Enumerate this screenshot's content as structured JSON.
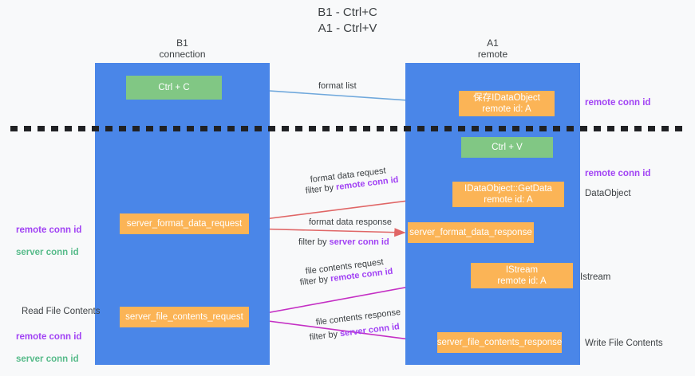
{
  "title": "B1 - Ctrl+C\nA1 - Ctrl+V",
  "lanes": [
    {
      "name": "b1",
      "header": "B1\nconnection",
      "color": "#4a86e8"
    },
    {
      "name": "a1",
      "header": "A1\nremote",
      "color": "#4a86e8"
    }
  ],
  "nodes": {
    "ctrl_c": "Ctrl + C",
    "save_dataobject": "保存IDataObject\nremote id: A",
    "ctrl_v": "Ctrl + V",
    "getdata": "IDataObject::GetData\nremote id: A",
    "server_format_data_request": "server_format_data_request",
    "server_format_data_response": "server_format_data_response",
    "istream": "IStream\nremote id: A",
    "server_file_contents_request": "server_file_contents_request",
    "server_file_contents_response": "server_file_contents_response"
  },
  "edges": {
    "format_list": "format list",
    "format_data_request": "format data request",
    "format_data_request_filter_prefix": "filter by ",
    "format_data_request_filter_value": "remote conn id",
    "format_data_response": "format data response",
    "format_data_response_filter_prefix": "filter by ",
    "format_data_response_filter_value": "server conn id",
    "file_contents_request": "file contents request",
    "file_contents_request_filter_prefix": "filter by ",
    "file_contents_request_filter_value": "remote conn id",
    "file_contents_response": "file contents response",
    "file_contents_response_filter_prefix": "filter by ",
    "file_contents_response_filter_value": "server conn id"
  },
  "annotations": {
    "remote_conn_id_top": "remote conn id",
    "remote_conn_id_mid": "remote conn id",
    "dataobject": "DataObject",
    "istream": "Istream",
    "write_file_contents": "Write File Contents",
    "read_file_contents": "Read File Contents",
    "left_remote_conn_id": "remote conn id",
    "left_server_conn_id": "server conn id",
    "left_remote_conn_id_2": "remote conn id",
    "left_server_conn_id_2": "server conn id"
  },
  "colors": {
    "lane": "#4a86e8",
    "green_node": "#81c784",
    "orange_node": "#fbb456",
    "purple_text": "#a142f4",
    "green_text": "#57bb8a",
    "arrow_light_blue": "#6fa8dc",
    "arrow_red": "#e06666",
    "arrow_magenta": "#c42fc4",
    "arrow_black": "#000000",
    "divider": "#202124",
    "background": "#f8f9fa"
  }
}
